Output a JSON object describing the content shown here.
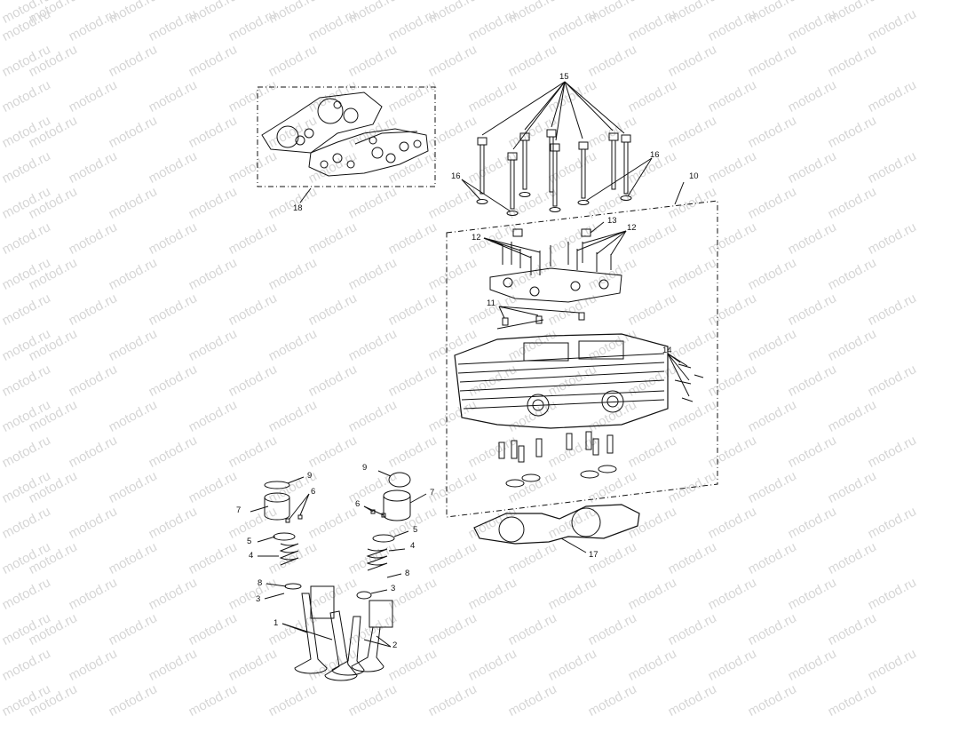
{
  "watermark": "motod.ru",
  "callouts": {
    "c1": "1",
    "c2": "2",
    "c3a": "3",
    "c3b": "3",
    "c4a": "4",
    "c4b": "4",
    "c5a": "5",
    "c5b": "5",
    "c6a": "6",
    "c6b": "6",
    "c7a": "7",
    "c7b": "7",
    "c8a": "8",
    "c8b": "8",
    "c9a": "9",
    "c9b": "9",
    "c10": "10",
    "c11": "11",
    "c12a": "12",
    "c12b": "12",
    "c13": "13",
    "c14": "14",
    "c15": "15",
    "c16a": "16",
    "c16b": "16",
    "c17": "17",
    "c18": "18"
  }
}
